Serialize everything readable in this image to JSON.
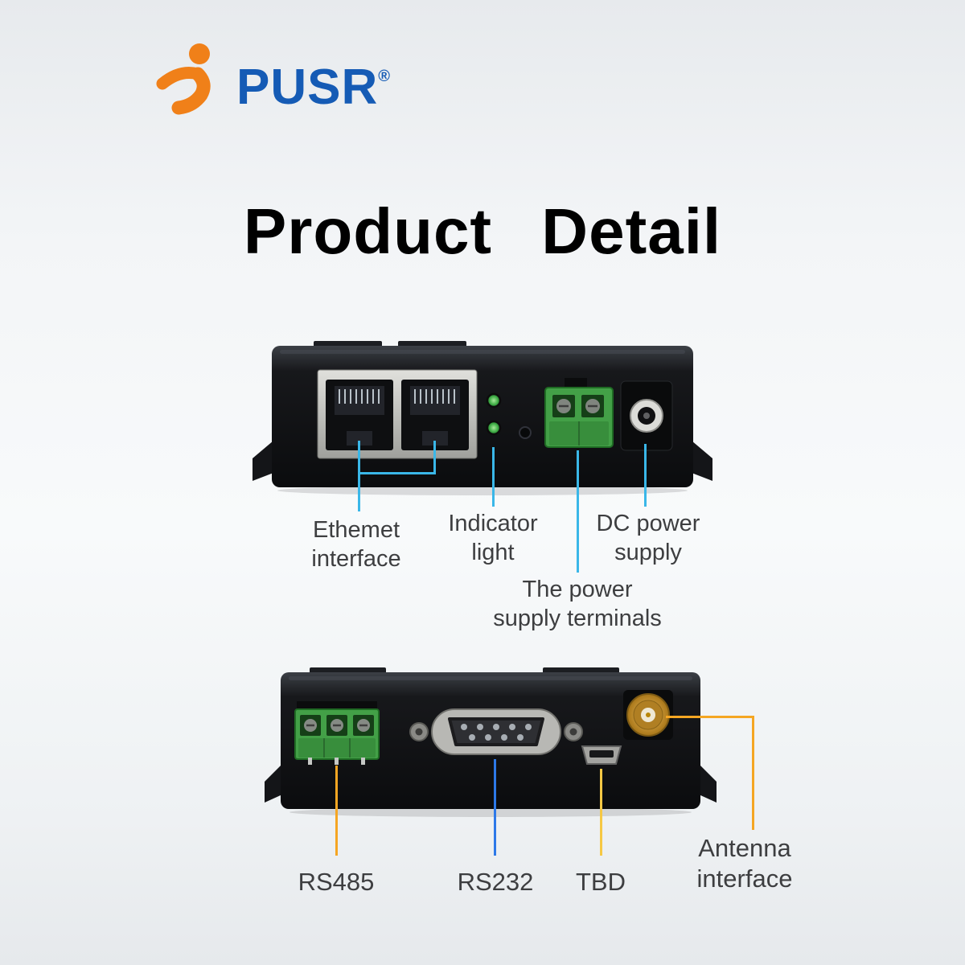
{
  "brand": {
    "name": "PUSR",
    "registered": "®"
  },
  "title": "Product Detail",
  "colors": {
    "callout_cyan": "#3ab7e8",
    "callout_blue": "#2d79e8",
    "callout_orange": "#f5a623",
    "callout_yellow": "#f6c844",
    "logo_blue": "#155bb5",
    "logo_orange": "#f08019",
    "led_green": "#46b24c",
    "terminal_green": "#43a047"
  },
  "top_device": {
    "callouts": [
      {
        "id": "ethernet",
        "label": "Ethemet\ninterface"
      },
      {
        "id": "indicator",
        "label": "Indicator\nlight"
      },
      {
        "id": "dc_power",
        "label": "DC power\nsupply"
      },
      {
        "id": "power_terminals",
        "label": "The power\nsupply terminals"
      }
    ]
  },
  "bottom_device": {
    "callouts": [
      {
        "id": "rs485",
        "label": "RS485"
      },
      {
        "id": "rs232",
        "label": "RS232"
      },
      {
        "id": "tbd",
        "label": "TBD"
      },
      {
        "id": "antenna",
        "label": "Antenna\ninterface"
      }
    ]
  }
}
